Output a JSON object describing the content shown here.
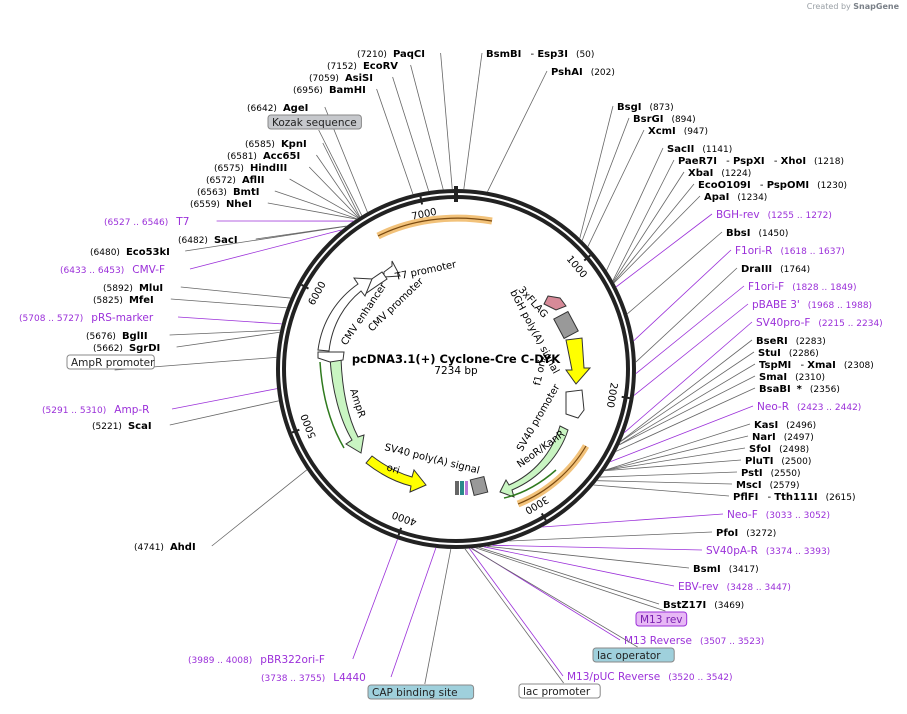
{
  "watermark": {
    "prefix": "Created by",
    "brand": "SnapGene"
  },
  "plasmid": {
    "name": "pcDNA3.1(+) Cyclone-Cre C-DYK",
    "length_label": "7234 bp",
    "length": 7234
  },
  "ticks": [
    "1000",
    "2000",
    "3000",
    "4000",
    "5000",
    "6000",
    "7000"
  ],
  "features": [
    {
      "label": "T7 promoter"
    },
    {
      "label": "CMV promoter"
    },
    {
      "label": "CMV enhancer"
    },
    {
      "label": "AmpR"
    },
    {
      "label": "ori"
    },
    {
      "label": "SV40 poly(A) signal"
    },
    {
      "label": "NeoR/KanR"
    },
    {
      "label": "SV40 promoter"
    },
    {
      "label": "f1 ori"
    },
    {
      "label": "bGH poly(A) signal"
    },
    {
      "label": "3xFLAG"
    }
  ],
  "annotations": [
    {
      "name": "PaqCI",
      "pos": "(7210)"
    },
    {
      "name": "EcoRV",
      "pos": "(7152)"
    },
    {
      "name": "AsiSI",
      "pos": "(7059)"
    },
    {
      "name": "BamHI",
      "pos": "(6956)"
    },
    {
      "name": "AgeI",
      "pos": "(6642)"
    },
    {
      "label": "Kozak sequence"
    },
    {
      "name": "KpnI",
      "pos": "(6585)"
    },
    {
      "name": "Acc65I",
      "pos": "(6581)"
    },
    {
      "name": "HindIII",
      "pos": "(6575)"
    },
    {
      "name": "AflII",
      "pos": "(6572)"
    },
    {
      "name": "BmtI",
      "pos": "(6563)"
    },
    {
      "name": "NheI",
      "pos": "(6559)"
    },
    {
      "label": "T7",
      "range": "(6527 .. 6546)"
    },
    {
      "name": "SacI",
      "pos": "(6482)"
    },
    {
      "name": "Eco53kI",
      "pos": "(6480)"
    },
    {
      "label": "CMV-F",
      "range": "(6433 .. 6453)"
    },
    {
      "name": "MluI",
      "pos": "(5892)"
    },
    {
      "name": "MfeI",
      "pos": "(5825)"
    },
    {
      "label": "pRS-marker",
      "range": "(5708 .. 5727)"
    },
    {
      "name": "BglII",
      "pos": "(5676)"
    },
    {
      "name": "SgrDI",
      "pos": "(5662)"
    },
    {
      "label": "AmpR promoter"
    },
    {
      "label": "Amp-R",
      "range": "(5291 .. 5310)"
    },
    {
      "name": "ScaI",
      "pos": "(5221)"
    },
    {
      "name": "AhdI",
      "pos": "(4741)"
    },
    {
      "label": "pBR322ori-F",
      "range": "(3989 .. 4008)"
    },
    {
      "label": "L4440",
      "range": "(3738 .. 3755)"
    },
    {
      "label": "CAP binding site"
    },
    {
      "name": "BsmBI",
      "name2": "Esp3I",
      "pos": "(50)"
    },
    {
      "name": "PshAI",
      "pos": "(202)"
    },
    {
      "name": "BsgI",
      "pos": "(873)"
    },
    {
      "name": "BsrGI",
      "pos": "(894)"
    },
    {
      "name": "XcmI",
      "pos": "(947)"
    },
    {
      "name": "SacII",
      "pos": "(1141)"
    },
    {
      "name": "PaeR7I",
      "name2": "PspXI",
      "name3": "XhoI",
      "pos": "(1218)"
    },
    {
      "name": "XbaI",
      "pos": "(1224)"
    },
    {
      "name": "EcoO109I",
      "name2": "PspOMI",
      "pos": "(1230)"
    },
    {
      "name": "ApaI",
      "pos": "(1234)"
    },
    {
      "label": "BGH-rev",
      "range": "(1255 .. 1272)"
    },
    {
      "name": "BbsI",
      "pos": "(1450)"
    },
    {
      "label": "F1ori-R",
      "range": "(1618 .. 1637)"
    },
    {
      "name": "DraIII",
      "pos": "(1764)"
    },
    {
      "label": "F1ori-F",
      "range": "(1828 .. 1849)"
    },
    {
      "label": "pBABE 3'",
      "range": "(1968 .. 1988)"
    },
    {
      "label": "SV40pro-F",
      "range": "(2215 .. 2234)"
    },
    {
      "name": "BseRI",
      "pos": "(2283)"
    },
    {
      "name": "StuI",
      "pos": "(2286)"
    },
    {
      "name": "TspMI",
      "name2": "XmaI",
      "pos": "(2308)"
    },
    {
      "name": "SmaI",
      "pos": "(2310)"
    },
    {
      "name": "BsaBI",
      "star": "*",
      "pos": "(2356)"
    },
    {
      "label": "Neo-R",
      "range": "(2423 .. 2442)"
    },
    {
      "name": "KasI",
      "pos": "(2496)"
    },
    {
      "name": "NarI",
      "pos": "(2497)"
    },
    {
      "name": "SfoI",
      "pos": "(2498)"
    },
    {
      "name": "PluTI",
      "pos": "(2500)"
    },
    {
      "name": "PstI",
      "pos": "(2550)"
    },
    {
      "name": "MscI",
      "pos": "(2579)"
    },
    {
      "name": "PflFI",
      "name2": "Tth111I",
      "pos": "(2615)"
    },
    {
      "label": "Neo-F",
      "range": "(3033 .. 3052)"
    },
    {
      "name": "PfoI",
      "pos": "(3272)"
    },
    {
      "label": "SV40pA-R",
      "range": "(3374 .. 3393)"
    },
    {
      "name": "BsmI",
      "pos": "(3417)"
    },
    {
      "label": "EBV-rev",
      "range": "(3428 .. 3447)"
    },
    {
      "name": "BstZ17I",
      "pos": "(3469)"
    },
    {
      "label": "M13 rev"
    },
    {
      "label": "M13 Reverse",
      "range": "(3507 .. 3523)"
    },
    {
      "label": "lac operator"
    },
    {
      "label": "M13/pUC Reverse",
      "range": "(3520 .. 3542)"
    },
    {
      "label": "lac promoter"
    }
  ]
}
